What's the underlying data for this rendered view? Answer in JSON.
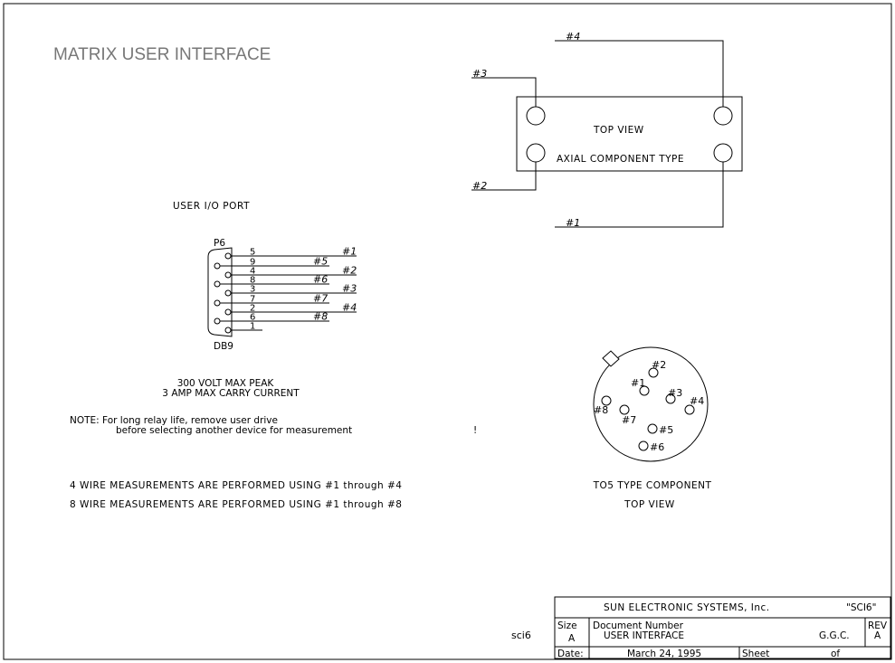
{
  "page_title": "MATRIX USER INTERFACE",
  "user_io": {
    "heading": "USER I/O PORT",
    "connector": "P6",
    "connector_type": "DB9",
    "pins": [
      "5",
      "9",
      "4",
      "8",
      "3",
      "7",
      "2",
      "6",
      "1"
    ],
    "signals": [
      "#1",
      "#5",
      "#2",
      "#6",
      "#3",
      "#7",
      "#4",
      "#8"
    ]
  },
  "ratings": [
    "300 VOLT MAX PEAK",
    "3 AMP MAX CARRY CURRENT"
  ],
  "note": {
    "line1": "NOTE: For long relay life, remove user drive",
    "line2": "before selecting another device for measurement",
    "mark": "!"
  },
  "measurements": [
    "4 WIRE MEASUREMENTS ARE PERFORMED USING #1 through #4",
    "8 WIRE MEASUREMENTS ARE PERFORMED USING #1 through #8"
  ],
  "axial": {
    "line1": "TOP VIEW",
    "line2": "AXIAL COMPONENT TYPE",
    "leads": [
      "#4",
      "#3",
      "#2",
      "#1"
    ]
  },
  "to5": {
    "pins": [
      "#2",
      "#1",
      "#3",
      "#4",
      "#8",
      "#7",
      "#5",
      "#6"
    ],
    "label1": "TO5 TYPE COMPONENT",
    "label2": "TOP VIEW"
  },
  "title_block": {
    "company": "SUN ELECTRONIC SYSTEMS, Inc.",
    "code": "\"SCI6\"",
    "size_label": "Size",
    "size_value": "A",
    "doc_label": "Document Number",
    "doc_value": "USER INTERFACE",
    "author": "G.G.C.",
    "rev_label": "REV",
    "rev_value": "A",
    "date_label": "Date:",
    "date_value": "March 24, 1995",
    "sheet_label": "Sheet",
    "of_label": "of"
  },
  "file_tag": "sci6"
}
